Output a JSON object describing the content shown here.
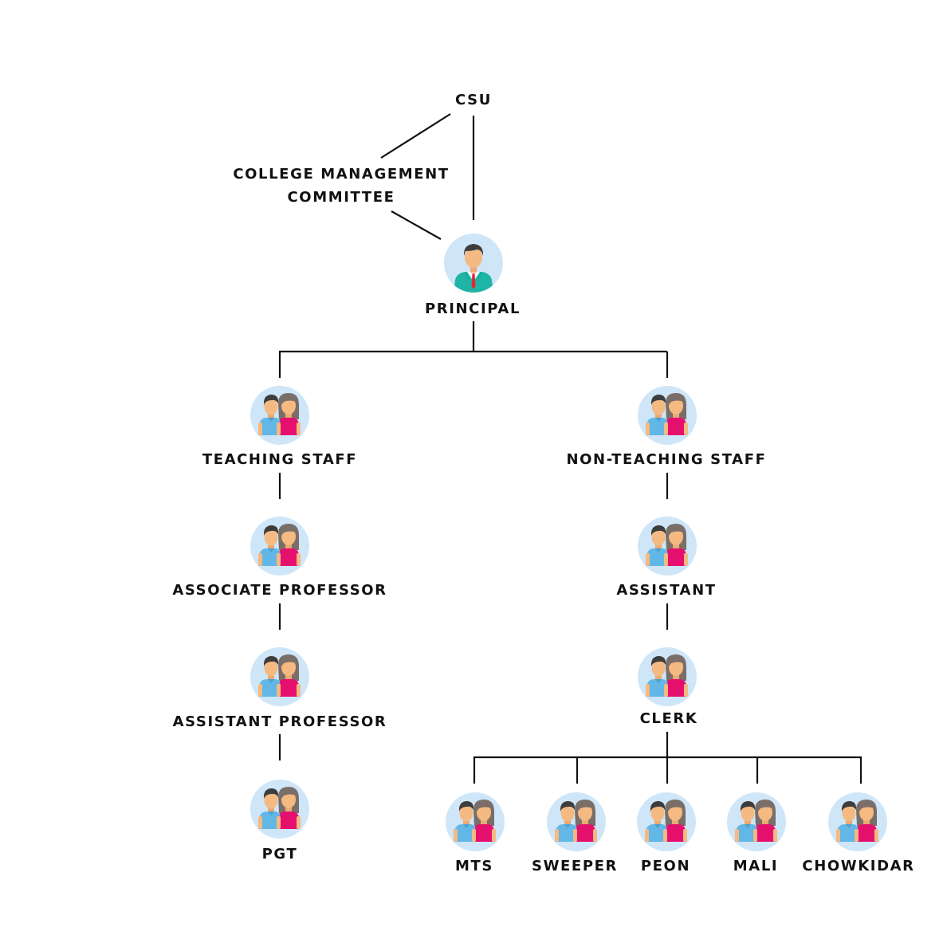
{
  "title": "College Organization Chart",
  "colors": {
    "line": "#111111",
    "circle_bg": "#cfe6f8",
    "skin": "#f5b982",
    "hair_male": "#3d3d3d",
    "hair_female": "#7a6e68",
    "shirt_blue": "#62b7e6",
    "shirt_pink": "#e5106e",
    "suit_teal": "#1fb5a6",
    "tie_red": "#e0283a"
  },
  "nodes": {
    "csu": {
      "label": "CSU"
    },
    "committee": {
      "label_line1": "COLLEGE MANAGEMENT",
      "label_line2": "COMMITTEE"
    },
    "principal": {
      "label": "PRINCIPAL",
      "icon": "businessman-icon"
    },
    "teaching_staff": {
      "label": "TEACHING STAFF",
      "icon": "staff-group-icon"
    },
    "associate_professor": {
      "label": "ASSOCIATE PROFESSOR",
      "icon": "staff-group-icon"
    },
    "assistant_professor": {
      "label": "ASSISTANT PROFESSOR",
      "icon": "staff-group-icon"
    },
    "pgt": {
      "label": "PGT",
      "icon": "staff-group-icon"
    },
    "non_teaching_staff": {
      "label": "NON-TEACHING STAFF",
      "icon": "staff-group-icon"
    },
    "assistant": {
      "label": "ASSISTANT",
      "icon": "staff-group-icon"
    },
    "clerk": {
      "label": "CLERK",
      "icon": "staff-group-icon"
    },
    "mts": {
      "label": "MTS",
      "icon": "staff-group-icon"
    },
    "sweeper": {
      "label": "SWEEPER",
      "icon": "staff-group-icon"
    },
    "peon": {
      "label": "PEON",
      "icon": "staff-group-icon"
    },
    "mali": {
      "label": "MALI",
      "icon": "staff-group-icon"
    },
    "chowkidar": {
      "label": "CHOWKIDAR",
      "icon": "staff-group-icon"
    }
  },
  "edges": [
    [
      "csu",
      "committee"
    ],
    [
      "csu",
      "principal"
    ],
    [
      "committee",
      "principal"
    ],
    [
      "principal",
      "teaching_staff"
    ],
    [
      "principal",
      "non_teaching_staff"
    ],
    [
      "teaching_staff",
      "associate_professor"
    ],
    [
      "associate_professor",
      "assistant_professor"
    ],
    [
      "assistant_professor",
      "pgt"
    ],
    [
      "non_teaching_staff",
      "assistant"
    ],
    [
      "assistant",
      "clerk"
    ],
    [
      "clerk",
      "mts"
    ],
    [
      "clerk",
      "sweeper"
    ],
    [
      "clerk",
      "peon"
    ],
    [
      "clerk",
      "mali"
    ],
    [
      "clerk",
      "chowkidar"
    ]
  ]
}
